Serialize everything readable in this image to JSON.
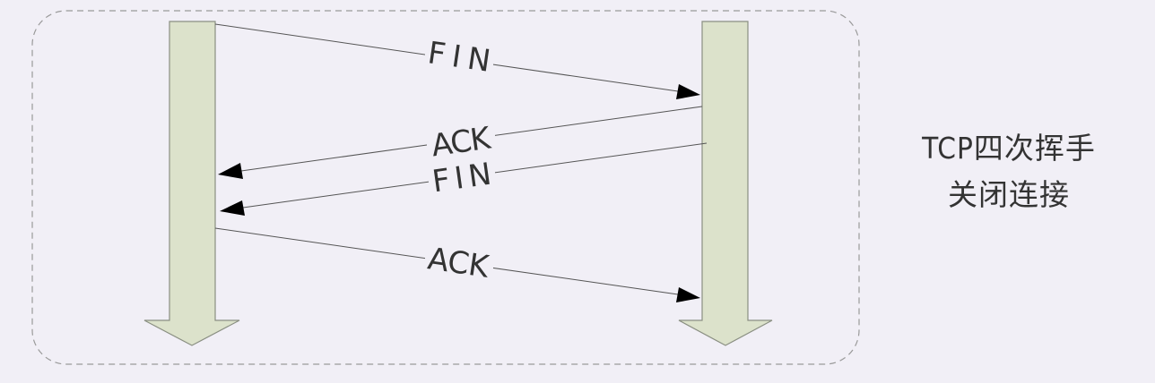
{
  "diagram": {
    "messages": [
      {
        "label": "FIN",
        "direction": "right"
      },
      {
        "label": "ACK",
        "direction": "left"
      },
      {
        "label": "FIN",
        "direction": "left"
      },
      {
        "label": "ACK",
        "direction": "right"
      }
    ],
    "caption": {
      "line1": "TCP四次挥手",
      "line2": "关闭连接"
    }
  },
  "colors": {
    "background": "#f1eff6",
    "lifeline_fill": "#dce2cb",
    "lifeline_stroke": "#8a8f82",
    "frame_stroke": "#9a9a9a",
    "arrow_line": "#555555",
    "arrow_head": "#000000",
    "text": "#333333"
  }
}
